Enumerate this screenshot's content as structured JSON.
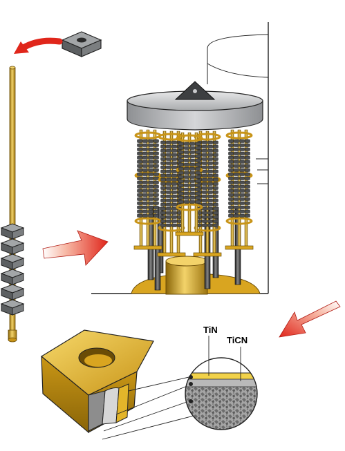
{
  "labels": {
    "outer_coating": "TiN",
    "inner_coating": "TiCN"
  },
  "colors": {
    "gold": "#d9a520",
    "gold_dark": "#8a6508",
    "gold_light": "#f3d36a",
    "insert_grey": "#777a7c",
    "disc_grey": "#c9cacc",
    "arrow_red": "#e0261b",
    "tin_layer": "#f1d24a",
    "ticn_layer": "#b9b9b9",
    "substrate": "#8d8d8d"
  },
  "icons": {
    "arrows": "red-curved-arrow",
    "insert": "cutting-insert-icon"
  }
}
